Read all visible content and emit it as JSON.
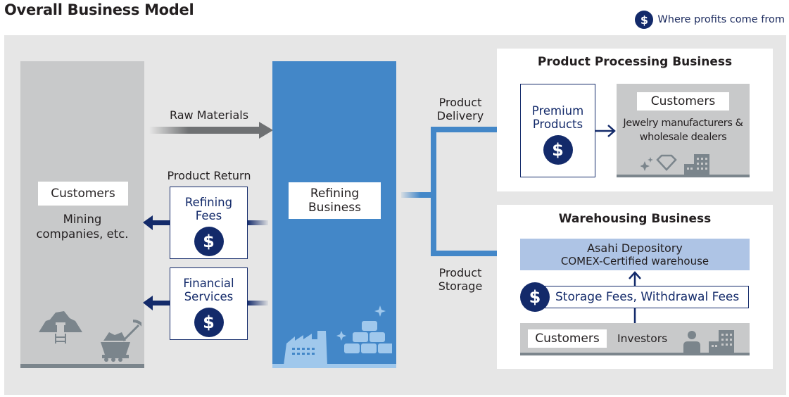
{
  "header": {
    "title": "Overall Business Model",
    "legend": {
      "icon": "dollar-coin-icon",
      "symbol": "$",
      "label": "Where profits come from"
    }
  },
  "colors": {
    "panel_bg": "#e6e6e6",
    "customer_gray": "#c8c9ca",
    "customer_base": "#7b858c",
    "refining_blue": "#4387c8",
    "refining_base": "#a0c8ec",
    "navy": "#132a6a",
    "depository_blue": "#aec4e5"
  },
  "left_customers": {
    "label": "Customers",
    "description_lines": [
      "Mining",
      "companies, etc."
    ],
    "icons": [
      "mine-entrance-icon",
      "mine-cart-pickaxe-icon"
    ]
  },
  "flows": {
    "raw_materials": "Raw Materials",
    "product_return": "Product Return",
    "product_delivery_lines": [
      "Product",
      "Delivery"
    ],
    "product_storage_lines": [
      "Product",
      "Storage"
    ]
  },
  "profit_boxes": [
    {
      "lines": [
        "Refining",
        "Fees"
      ],
      "symbol": "$"
    },
    {
      "lines": [
        "Financial",
        "Services"
      ],
      "symbol": "$"
    }
  ],
  "refining": {
    "lines": [
      "Refining",
      "Business"
    ],
    "icons": [
      "factory-icon",
      "gold-bars-icon"
    ]
  },
  "product_processing": {
    "title": "Product Processing Business",
    "premium_lines": [
      "Premium",
      "Products"
    ],
    "symbol": "$",
    "customers_label": "Customers",
    "customers_desc_lines": [
      "Jewelry manufacturers &",
      "wholesale dealers"
    ],
    "icons": [
      "sparkle-icon",
      "diamond-icon",
      "building-icon"
    ]
  },
  "warehousing": {
    "title": "Warehousing Business",
    "depository_lines": [
      "Asahi Depository",
      "COMEX-Certified warehouse"
    ],
    "fees_label": "Storage Fees, Withdrawal Fees",
    "symbol": "$",
    "customers_label": "Customers",
    "customers_desc": "Investors",
    "icons": [
      "person-icon",
      "building-icon"
    ]
  }
}
